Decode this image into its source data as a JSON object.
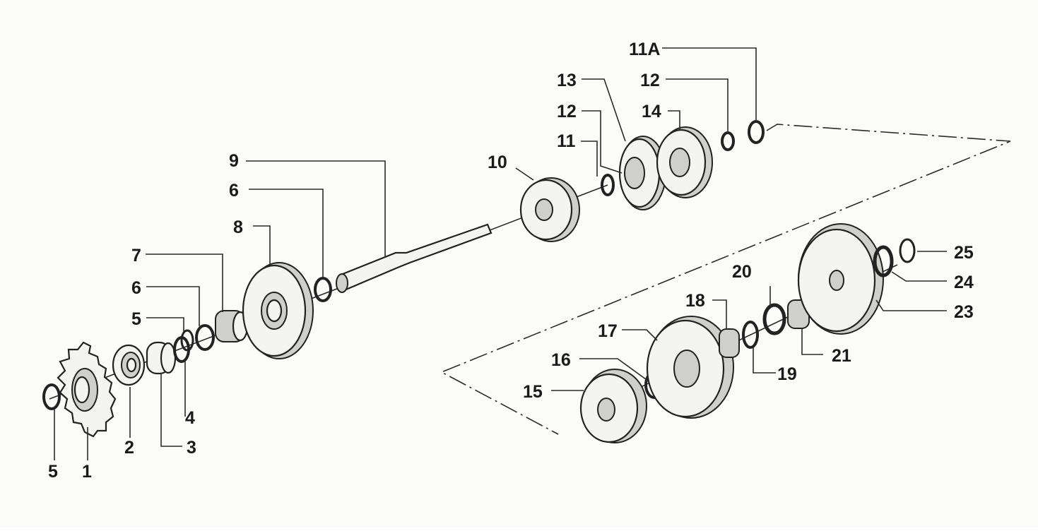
{
  "callouts": [
    {
      "id": "c5a",
      "text": "5"
    },
    {
      "id": "c1",
      "text": "1"
    },
    {
      "id": "c2",
      "text": "2"
    },
    {
      "id": "c3",
      "text": "3"
    },
    {
      "id": "c4",
      "text": "4"
    },
    {
      "id": "c5b",
      "text": "5"
    },
    {
      "id": "c6a",
      "text": "6"
    },
    {
      "id": "c7",
      "text": "7"
    },
    {
      "id": "c8",
      "text": "8"
    },
    {
      "id": "c6b",
      "text": "6"
    },
    {
      "id": "c9",
      "text": "9"
    },
    {
      "id": "c10",
      "text": "10"
    },
    {
      "id": "c11",
      "text": "11"
    },
    {
      "id": "c12a",
      "text": "12"
    },
    {
      "id": "c13",
      "text": "13"
    },
    {
      "id": "c14",
      "text": "14"
    },
    {
      "id": "c12b",
      "text": "12"
    },
    {
      "id": "c11A",
      "text": "11A"
    },
    {
      "id": "c15",
      "text": "15"
    },
    {
      "id": "c16",
      "text": "16"
    },
    {
      "id": "c17",
      "text": "17"
    },
    {
      "id": "c18",
      "text": "18"
    },
    {
      "id": "c19",
      "text": "19"
    },
    {
      "id": "c20",
      "text": "20"
    },
    {
      "id": "c21",
      "text": "21"
    },
    {
      "id": "c23",
      "text": "23"
    },
    {
      "id": "c24",
      "text": "24"
    },
    {
      "id": "c25",
      "text": "25"
    }
  ]
}
